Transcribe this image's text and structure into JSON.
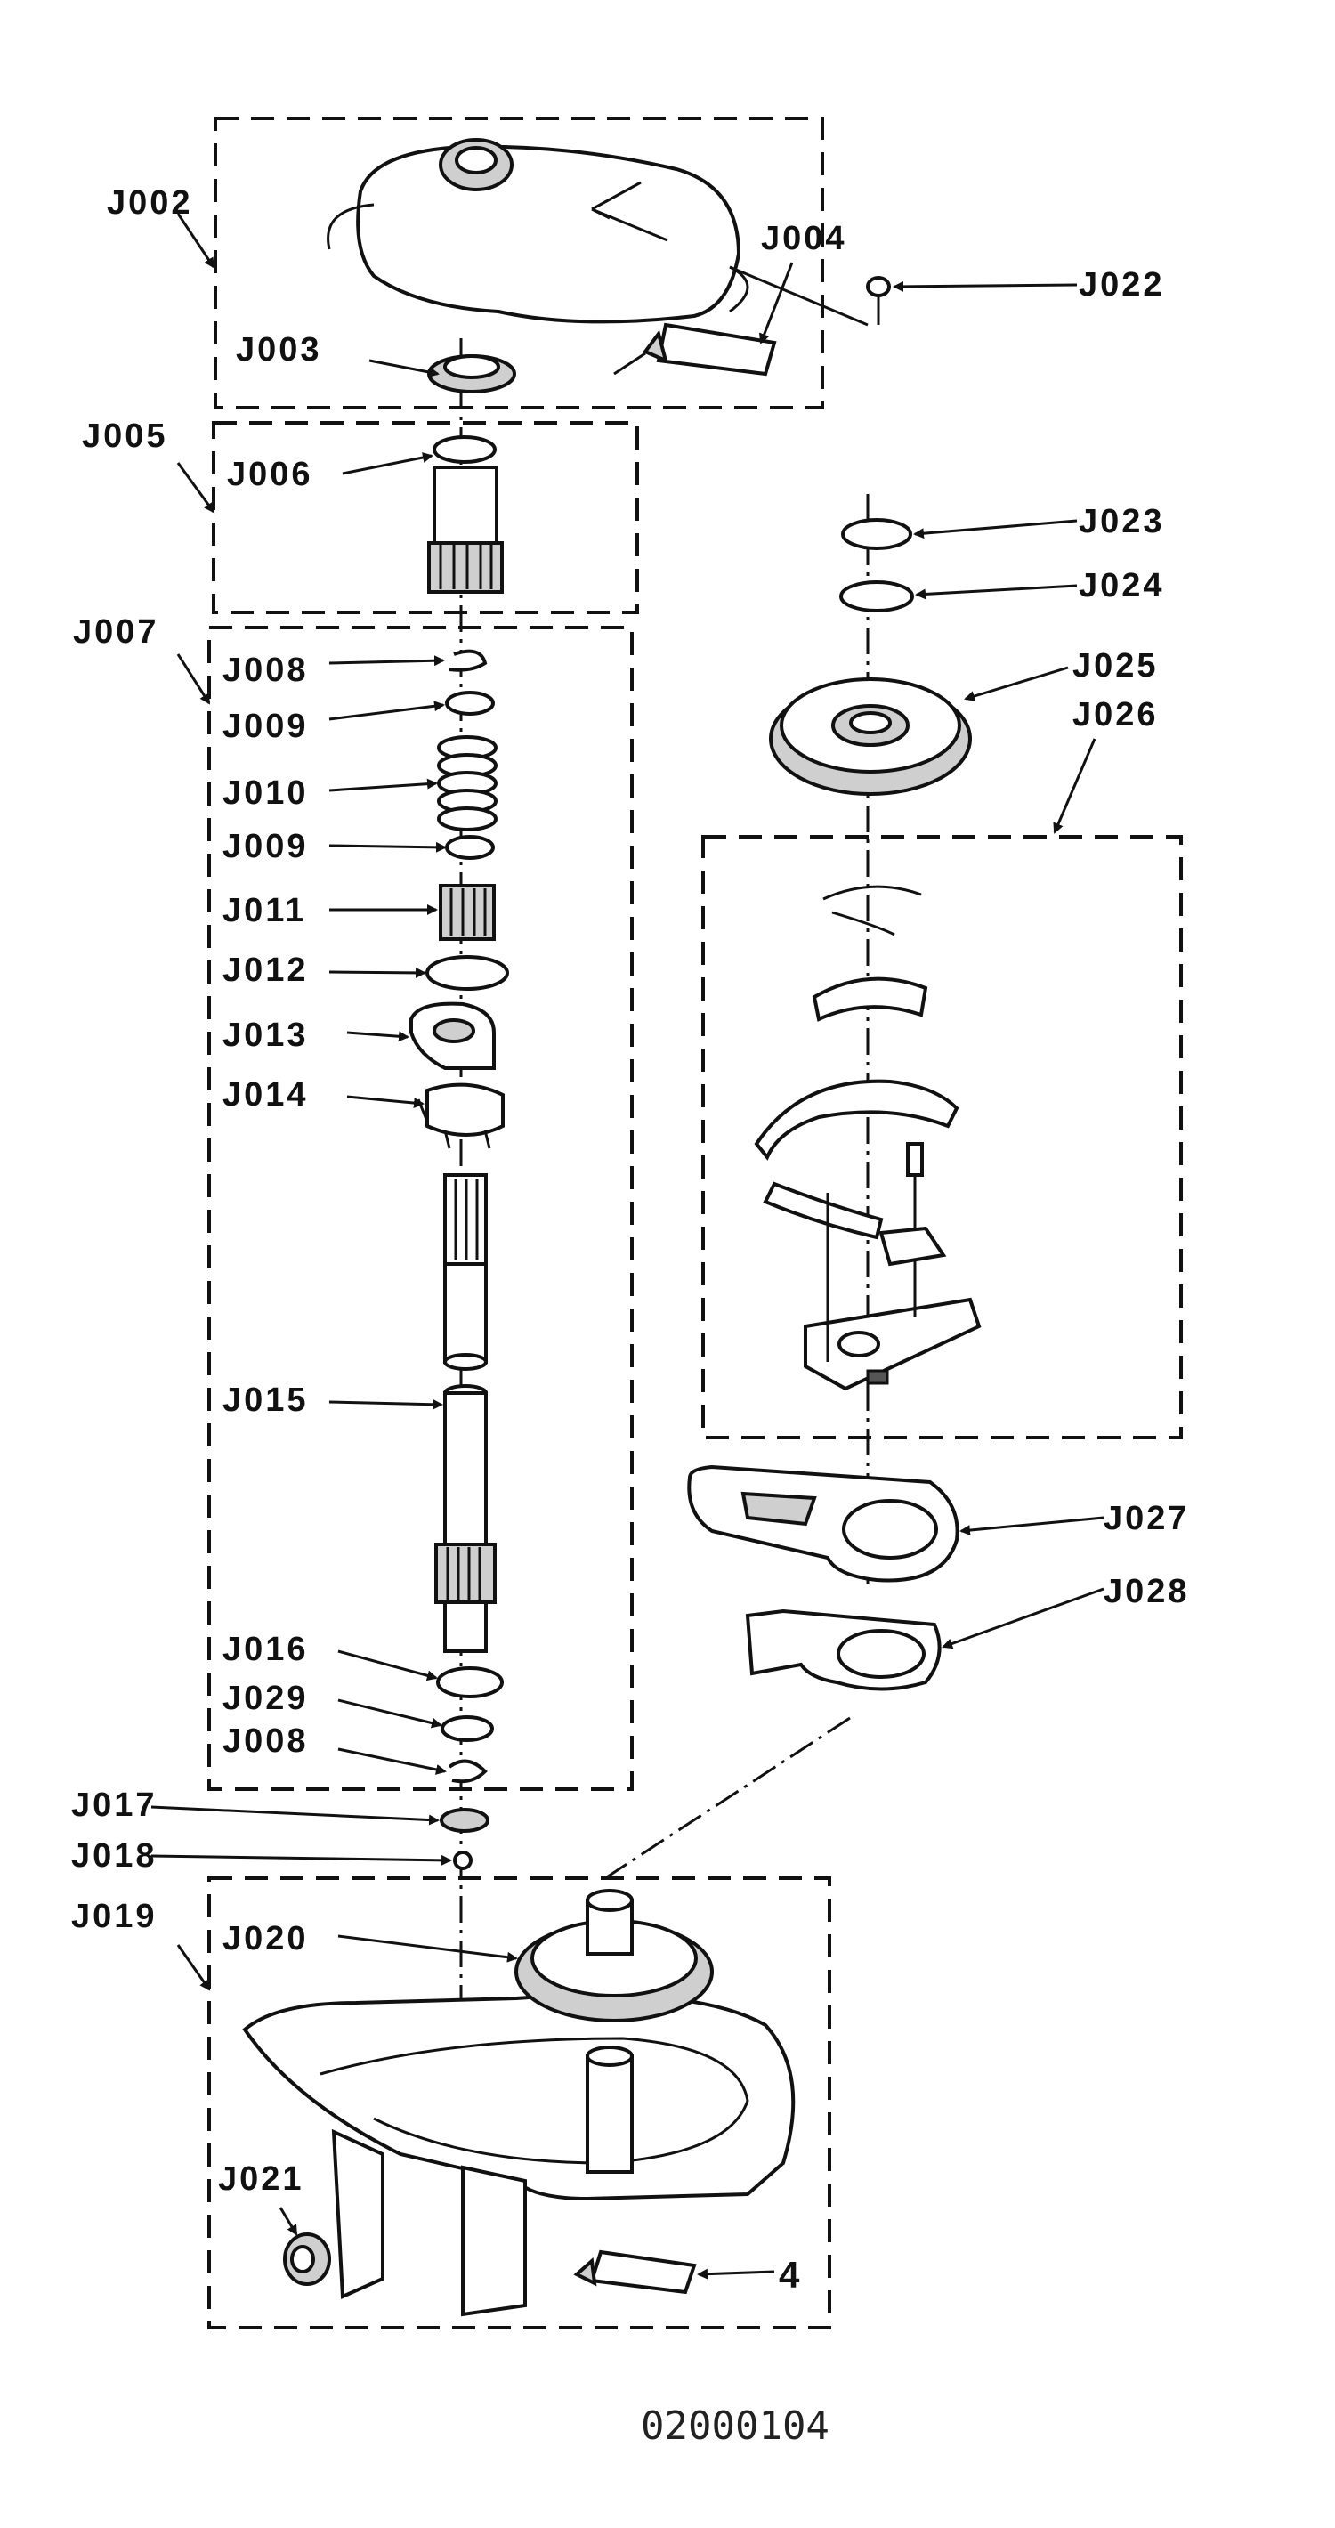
{
  "labels": {
    "j002": "J002",
    "j003": "J003",
    "j004": "J004",
    "j005": "J005",
    "j006": "J006",
    "j007": "J007",
    "j008a": "J008",
    "j009a": "J009",
    "j010": "J010",
    "j009b": "J009",
    "j011": "J011",
    "j012": "J012",
    "j013": "J013",
    "j014": "J014",
    "j015": "J015",
    "j016": "J016",
    "j029": "J029",
    "j008b": "J008",
    "j017": "J017",
    "j018": "J018",
    "j019": "J019",
    "j020": "J020",
    "j021": "J021",
    "j022": "J022",
    "j023": "J023",
    "j024": "J024",
    "j025": "J025",
    "j026": "J026",
    "j027": "J027",
    "j028": "J028",
    "item4": "4"
  },
  "part_number": "02000104"
}
